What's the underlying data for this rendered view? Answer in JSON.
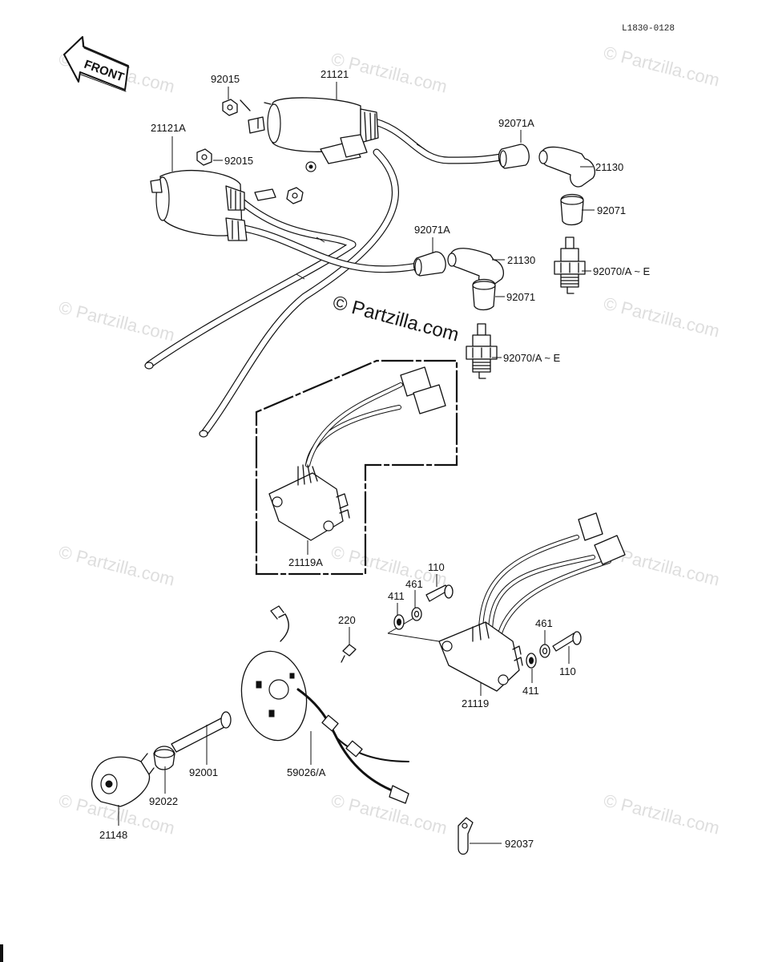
{
  "drawing_code": "L1830-0128",
  "front_label": "FRONT",
  "watermark_center": "© Partzilla.com",
  "watermark_tile": "© Partzilla.com",
  "parts": [
    {
      "key": "p92015_top",
      "number": "92015"
    },
    {
      "key": "p21121",
      "number": "21121"
    },
    {
      "key": "p21121A",
      "number": "21121A"
    },
    {
      "key": "p92015_mid",
      "number": "92015"
    },
    {
      "key": "p92071A_top",
      "number": "92071A"
    },
    {
      "key": "p21130_top",
      "number": "21130"
    },
    {
      "key": "p92071_top",
      "number": "92071"
    },
    {
      "key": "p92071A_mid",
      "number": "92071A"
    },
    {
      "key": "p21130_mid",
      "number": "21130"
    },
    {
      "key": "p92070_top",
      "number": "92070/A ~ E"
    },
    {
      "key": "p92071_mid",
      "number": "92071"
    },
    {
      "key": "p92070_mid",
      "number": "92070/A ~ E"
    },
    {
      "key": "p21119A",
      "number": "21119A"
    },
    {
      "key": "p110_a",
      "number": "110"
    },
    {
      "key": "p461_a",
      "number": "461"
    },
    {
      "key": "p411_a",
      "number": "411"
    },
    {
      "key": "p220",
      "number": "220"
    },
    {
      "key": "p461_b",
      "number": "461"
    },
    {
      "key": "p110_b",
      "number": "110"
    },
    {
      "key": "p411_b",
      "number": "411"
    },
    {
      "key": "p21119",
      "number": "21119"
    },
    {
      "key": "p92001",
      "number": "92001"
    },
    {
      "key": "p59026",
      "number": "59026/A"
    },
    {
      "key": "p92022",
      "number": "92022"
    },
    {
      "key": "p21148",
      "number": "21148"
    },
    {
      "key": "p92037",
      "number": "92037"
    }
  ]
}
